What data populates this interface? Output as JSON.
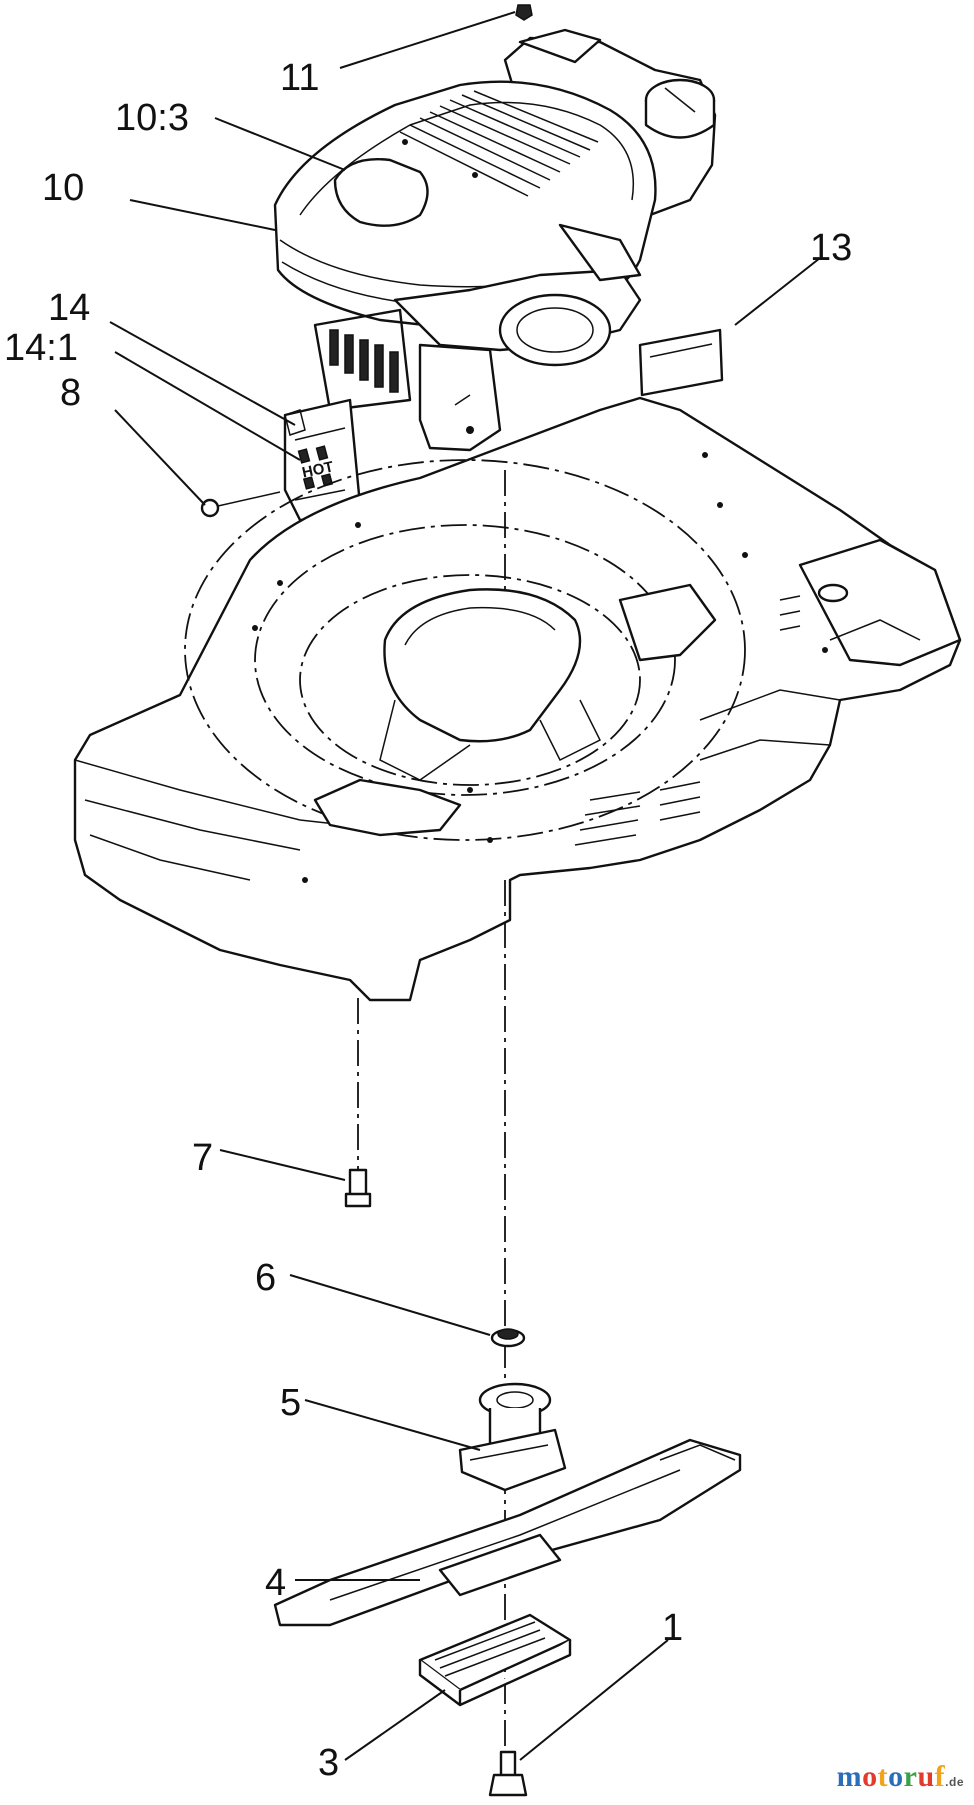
{
  "callouts": {
    "c11": "11",
    "c10_3": "10:3",
    "c10": "10",
    "c13": "13",
    "c14": "14",
    "c14_1": "14:1",
    "c8": "8",
    "c7": "7",
    "c6": "6",
    "c5": "5",
    "c4": "4",
    "c1": "1",
    "c3": "3"
  },
  "shield_label": "HOT",
  "watermark": {
    "letters": [
      "m",
      "o",
      "t",
      "o",
      "r",
      "u",
      "f"
    ],
    "colors": [
      "#2a6ebb",
      "#e23b2e",
      "#f2a21b",
      "#2a6ebb",
      "#3aa04a",
      "#e23b2e",
      "#f2a21b"
    ],
    "suffix": ".de"
  }
}
